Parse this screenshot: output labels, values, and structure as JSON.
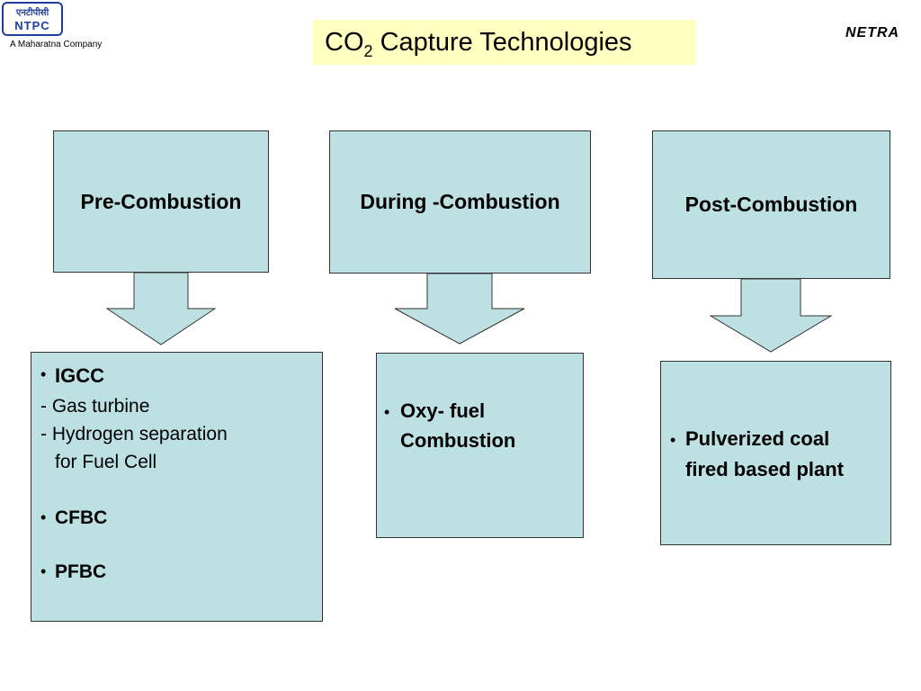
{
  "header": {
    "logo_hindi": "एनटीपीसी",
    "logo_text": "NTPC",
    "tagline": "A Maharatna Company",
    "title_prefix": "CO",
    "title_sub": "2",
    "title_rest": " Capture Technologies",
    "brand": "NETRA"
  },
  "columns": [
    {
      "heading": "Pre-Combustion",
      "items": [
        "•",
        "IGCC",
        "- Gas turbine",
        "- Hydrogen separation",
        "for Fuel Cell",
        "•",
        "CFBC",
        "•",
        "PFBC"
      ]
    },
    {
      "heading": "During -Combustion",
      "items": [
        "•",
        "Oxy- fuel",
        "Combustion"
      ]
    },
    {
      "heading": "Post-Combustion",
      "items": [
        "•",
        "Pulverized coal",
        "fired based plant"
      ]
    }
  ],
  "colors": {
    "box_fill": "#bde0e3",
    "title_fill": "#ffffc0",
    "logo_blue": "#1f3f9f"
  }
}
